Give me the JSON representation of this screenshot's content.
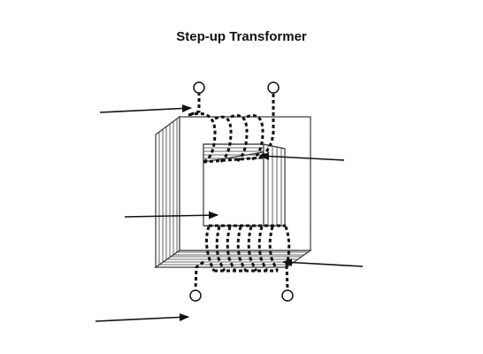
{
  "title": "Step-up Transformer",
  "colors": {
    "ink": "#111111",
    "core_stroke": "#3a3a3a",
    "core_fill": "#ffffff",
    "background": "#ffffff"
  },
  "diagram": {
    "core": "laminated-square-core",
    "primary_coil_turns": 4,
    "secondary_coil_turns": 7,
    "terminals": 4,
    "pointer_arrows": 5
  }
}
